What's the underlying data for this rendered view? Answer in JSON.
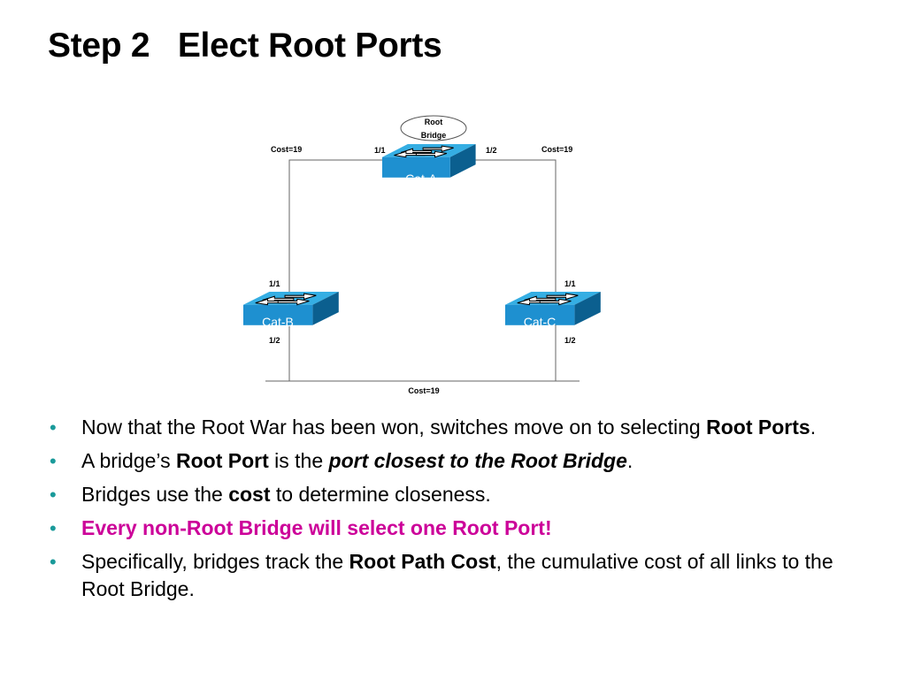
{
  "title": "Step 2   Elect Root Ports",
  "diagram": {
    "root_bridge_label_line1": "Root",
    "root_bridge_label_line2": "Bridge",
    "switches": [
      {
        "name": "Cat-A",
        "ports": [
          "1/1",
          "1/2"
        ]
      },
      {
        "name": "Cat-B",
        "ports": [
          "1/1",
          "1/2"
        ]
      },
      {
        "name": "Cat-C",
        "ports": [
          "1/1",
          "1/2"
        ]
      }
    ],
    "links": [
      {
        "from": "Cat-A 1/1",
        "to": "Cat-B 1/1",
        "cost": "Cost=19"
      },
      {
        "from": "Cat-A 1/2",
        "to": "Cat-C 1/1",
        "cost": "Cost=19"
      },
      {
        "from": "Cat-B 1/2",
        "to": "Cat-C 1/2",
        "cost": "Cost=19"
      }
    ],
    "colors": {
      "switch_top": "#2a9fd6",
      "switch_front": "#1e90d0",
      "switch_side": "#0b5f8f",
      "line": "#666666"
    }
  },
  "bullets": [
    {
      "parts": [
        {
          "t": "Now that the Root War has been won, switches move on to selecting "
        },
        {
          "t": "Root Ports",
          "s": "b"
        },
        {
          "t": "."
        }
      ]
    },
    {
      "parts": [
        {
          "t": "A bridge’s "
        },
        {
          "t": "Root Port",
          "s": "b"
        },
        {
          "t": " is the "
        },
        {
          "t": "port closest to the Root Bridge",
          "s": "bi"
        },
        {
          "t": "."
        }
      ]
    },
    {
      "parts": [
        {
          "t": "Bridges use the "
        },
        {
          "t": "cost",
          "s": "b"
        },
        {
          "t": " to determine closeness."
        }
      ]
    },
    {
      "parts": [
        {
          "t": "Every non-Root Bridge will select one Root Port!",
          "s": "magenta"
        }
      ]
    },
    {
      "parts": [
        {
          "t": "Specifically, bridges track the "
        },
        {
          "t": "Root Path Cost",
          "s": "b"
        },
        {
          "t": ", the cumulative cost of all links to the Root Bridge."
        }
      ]
    }
  ],
  "bullet_color": "#1a9a9a",
  "highlight_color": "#cc0099"
}
